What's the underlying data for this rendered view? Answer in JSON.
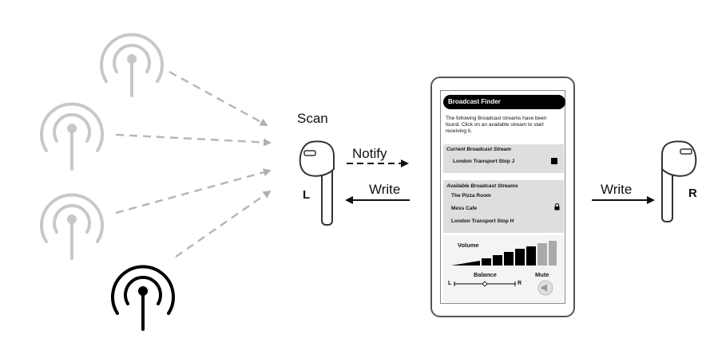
{
  "labels": {
    "scan": "Scan",
    "notify": "Notify",
    "write_left": "Write",
    "write_right": "Write",
    "left_ear": "L",
    "right_ear": "R"
  },
  "app": {
    "title": "Broadcast Finder",
    "intro": "The following Broadcast streams have been found.  Click on an available stream to start receiving it.",
    "current_heading": "Current Broadcast Stream",
    "current_stream": "London Transport Stop J",
    "available_heading": "Available Broadcast Streams",
    "available_streams": [
      "The Pizza Room",
      "Mess Cafe",
      "London Transport Stop H"
    ],
    "volume_label": "Volume",
    "balance_label": "Balance",
    "mute_label": "Mute",
    "balance_left": "L",
    "balance_right": "R"
  },
  "icons": {
    "broadcast": "broadcast-antenna-icon",
    "earbud": "earbud-icon",
    "stop": "stop-icon",
    "lock": "lock-icon",
    "mute": "speaker-mute-icon"
  },
  "colors": {
    "inactive": "#c8c8c8",
    "active": "#000000",
    "arrow_dashed": "#b8b8b8"
  }
}
